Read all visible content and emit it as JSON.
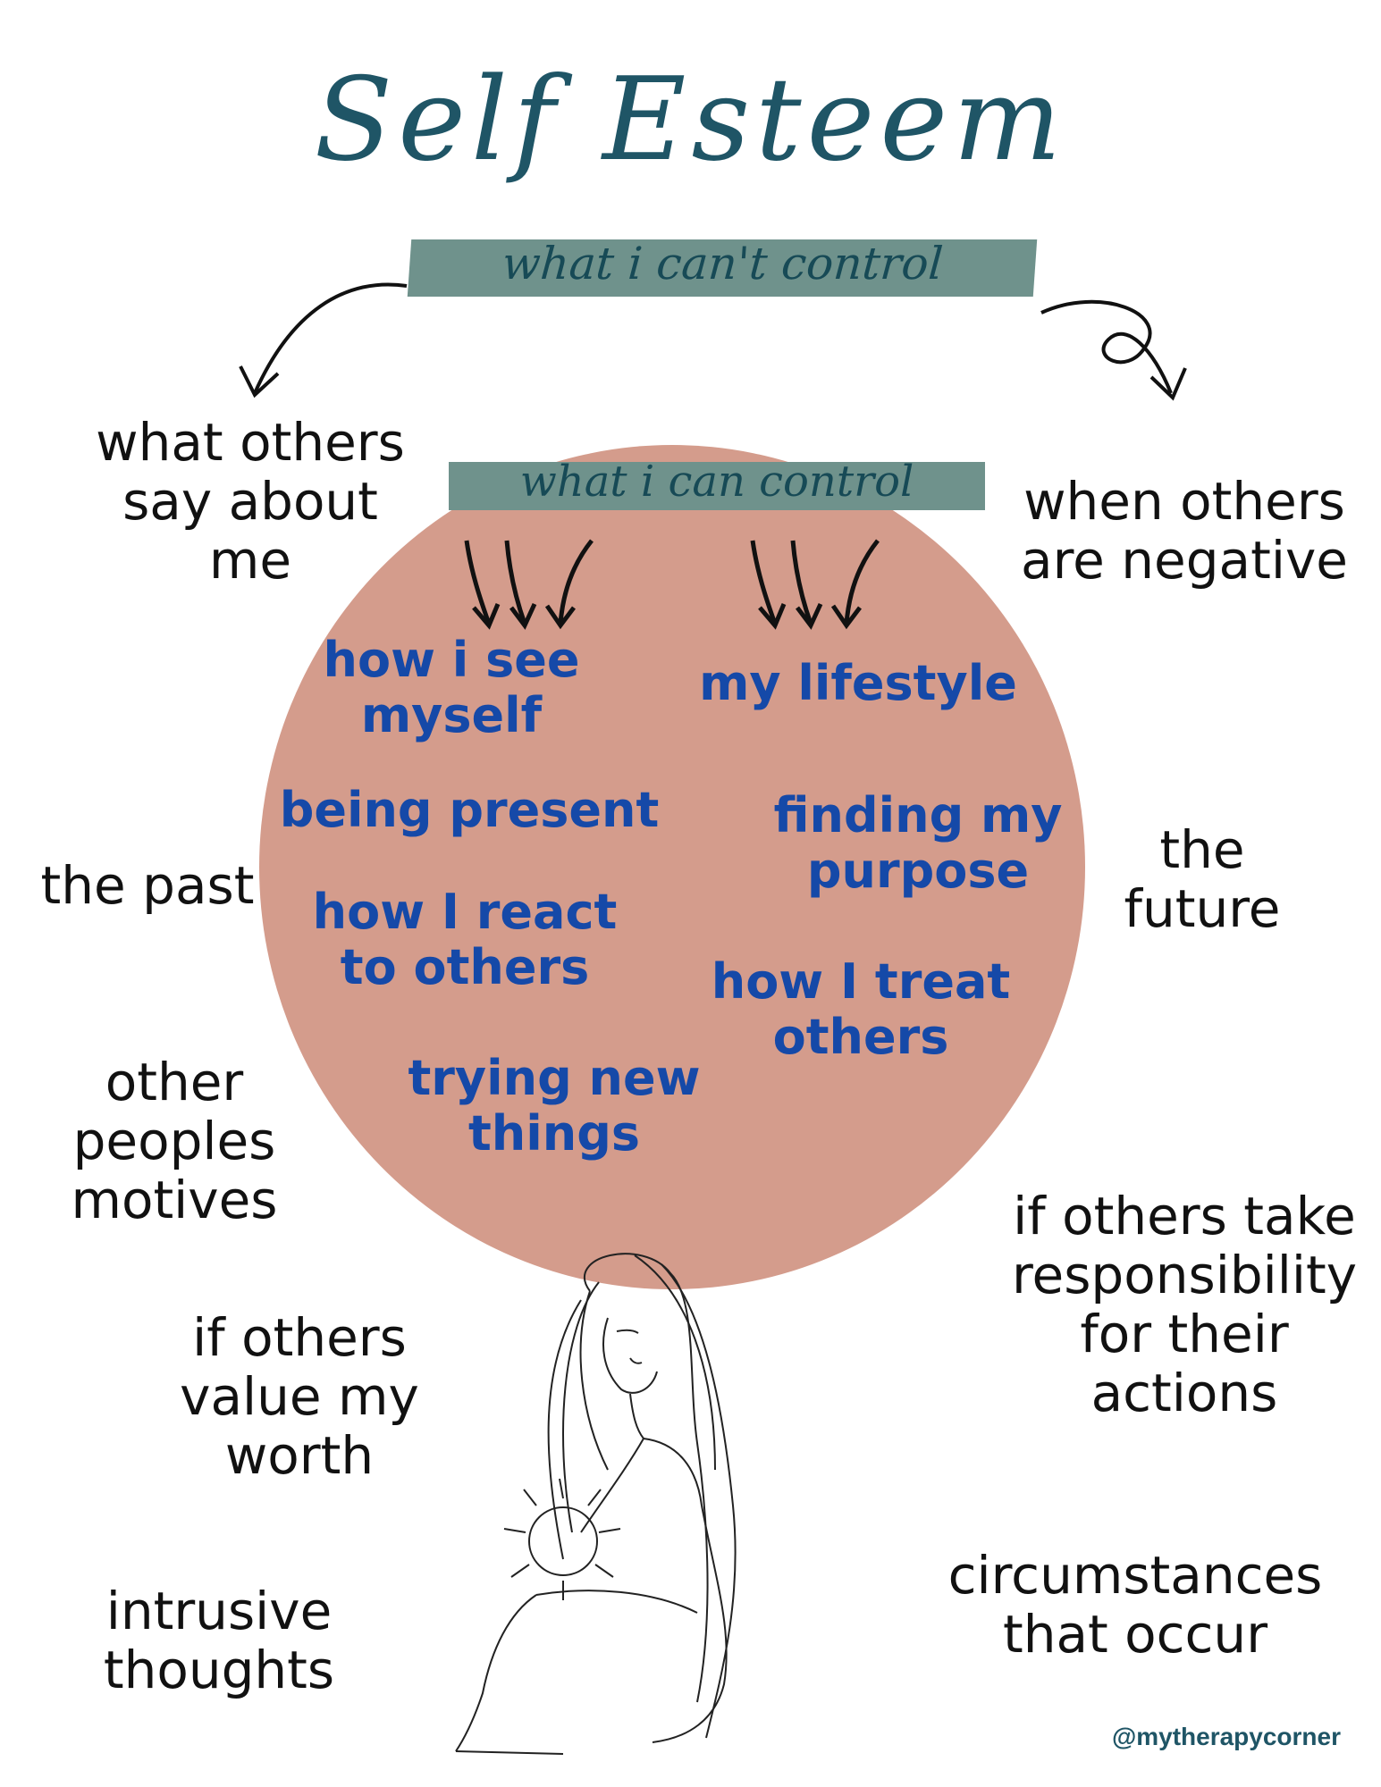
{
  "title": "Self Esteem",
  "cant_control": {
    "heading": "what i can't control",
    "items": [
      "what others say about me",
      "when others are negative",
      "the past",
      "the future",
      "other peoples motives",
      "if others take responsibility for their actions",
      "if others value my worth",
      "circumstances that occur",
      "intrusive thoughts"
    ]
  },
  "can_control": {
    "heading": "what i can control",
    "items": [
      "how i see myself",
      "my lifestyle",
      "being present",
      "finding my purpose",
      "how I react to others",
      "how I treat others",
      "trying new things"
    ]
  },
  "colors": {
    "title": "#1f5566",
    "banner": "#6f928c",
    "circle": "#d49c8c",
    "inner_text": "#1549a8"
  },
  "illustration": "woman-holding-sun",
  "handle": "@mytherapycorner"
}
